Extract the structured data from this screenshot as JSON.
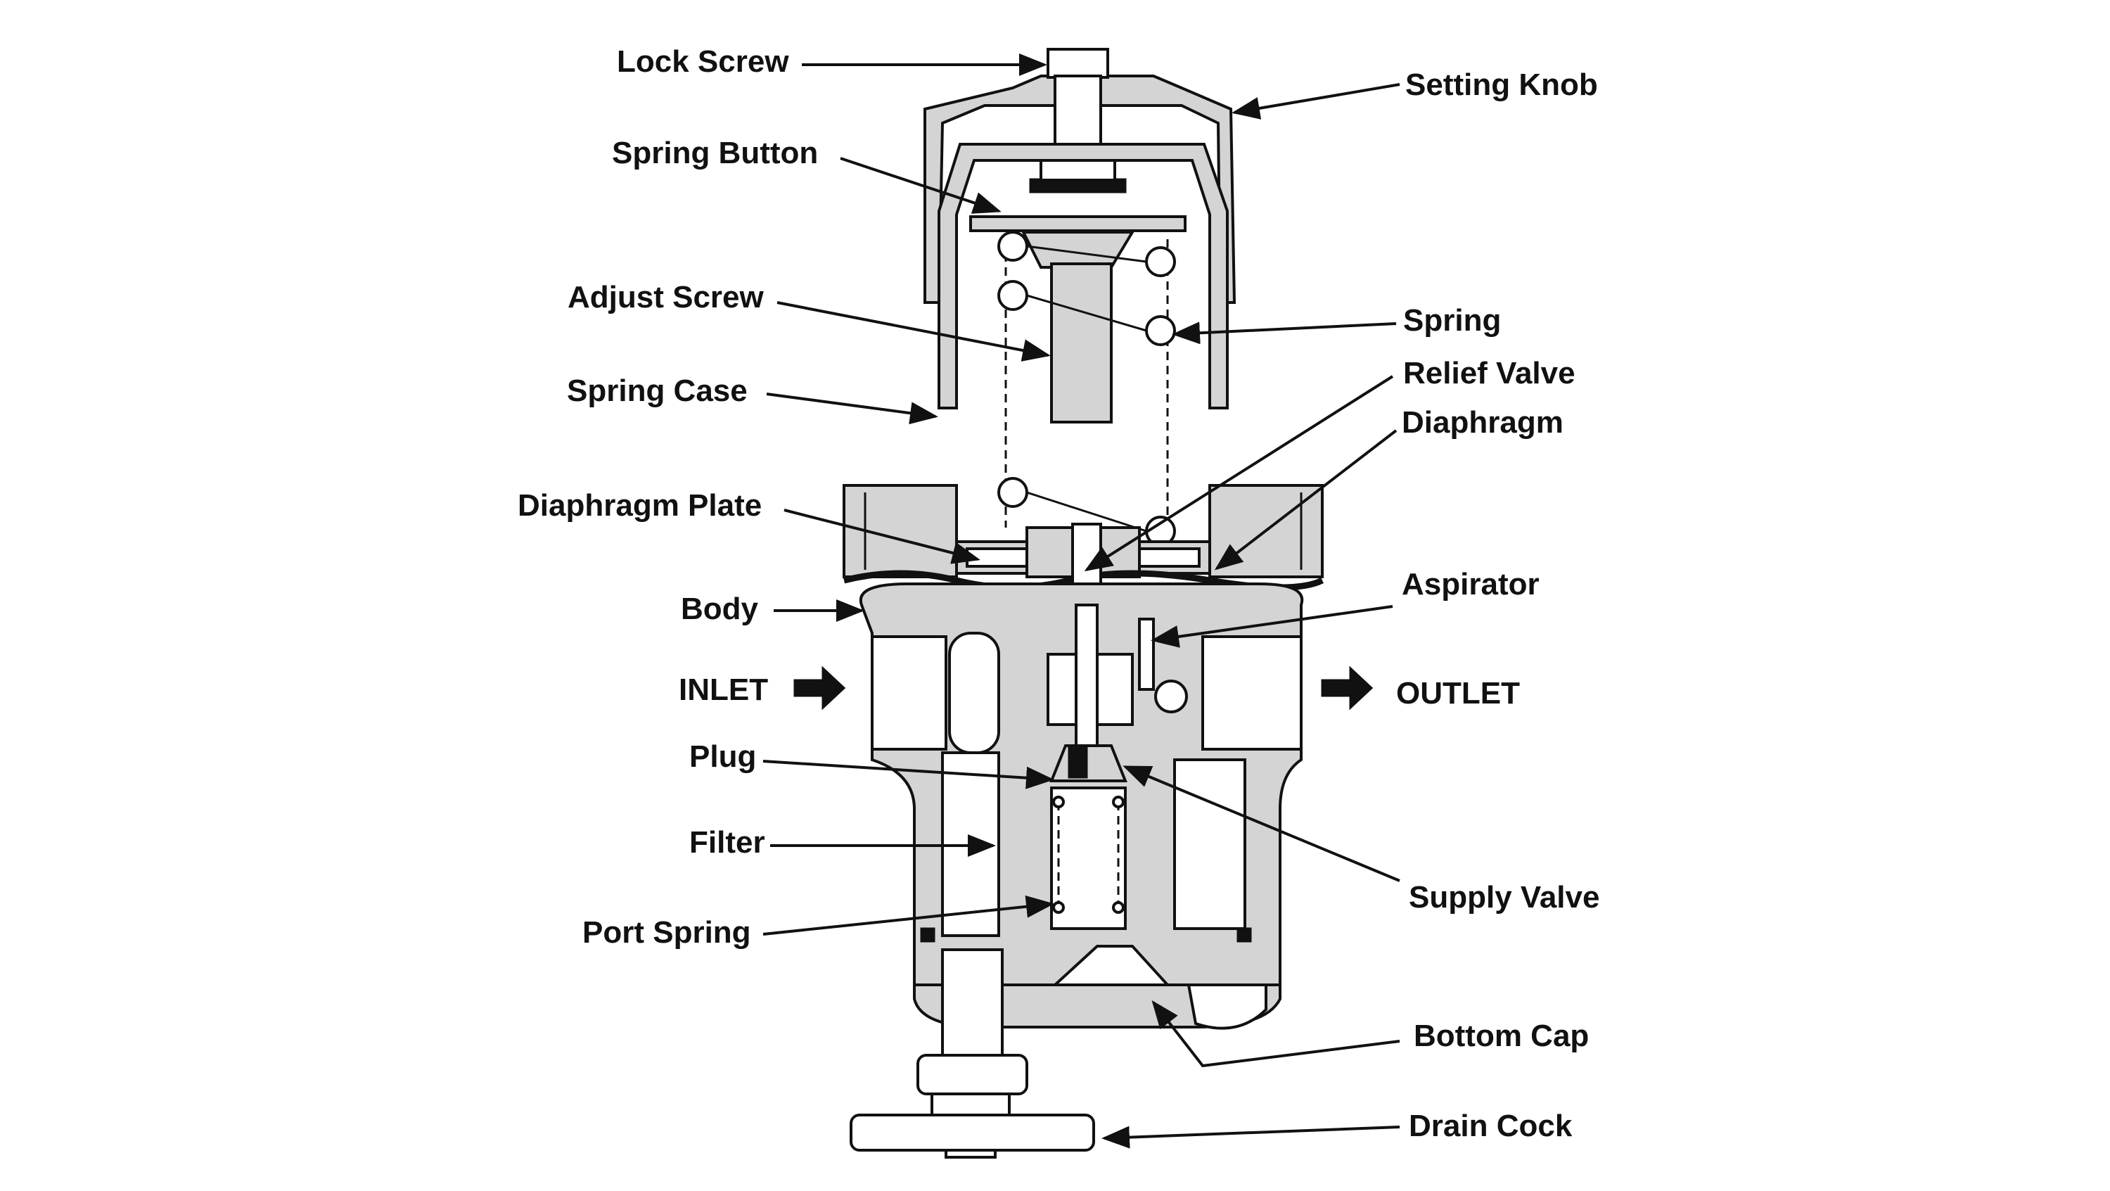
{
  "labels": {
    "lock_screw": "Lock Screw",
    "setting_knob": "Setting Knob",
    "spring_button": "Spring Button",
    "adjust_screw": "Adjust Screw",
    "spring": "Spring",
    "spring_case": "Spring Case",
    "relief_valve": "Relief Valve",
    "diaphragm": "Diaphragm",
    "diaphragm_plate": "Diaphragm Plate",
    "body": "Body",
    "aspirator": "Aspirator",
    "inlet": "INLET",
    "outlet": "OUTLET",
    "plug": "Plug",
    "filter": "Filter",
    "supply_valve": "Supply Valve",
    "port_spring": "Port Spring",
    "bottom_cap": "Bottom Cap",
    "drain_cock": "Drain Cock"
  },
  "colors": {
    "ink": "#111111",
    "metal_fill": "#d4d4d4",
    "background": "#ffffff"
  }
}
